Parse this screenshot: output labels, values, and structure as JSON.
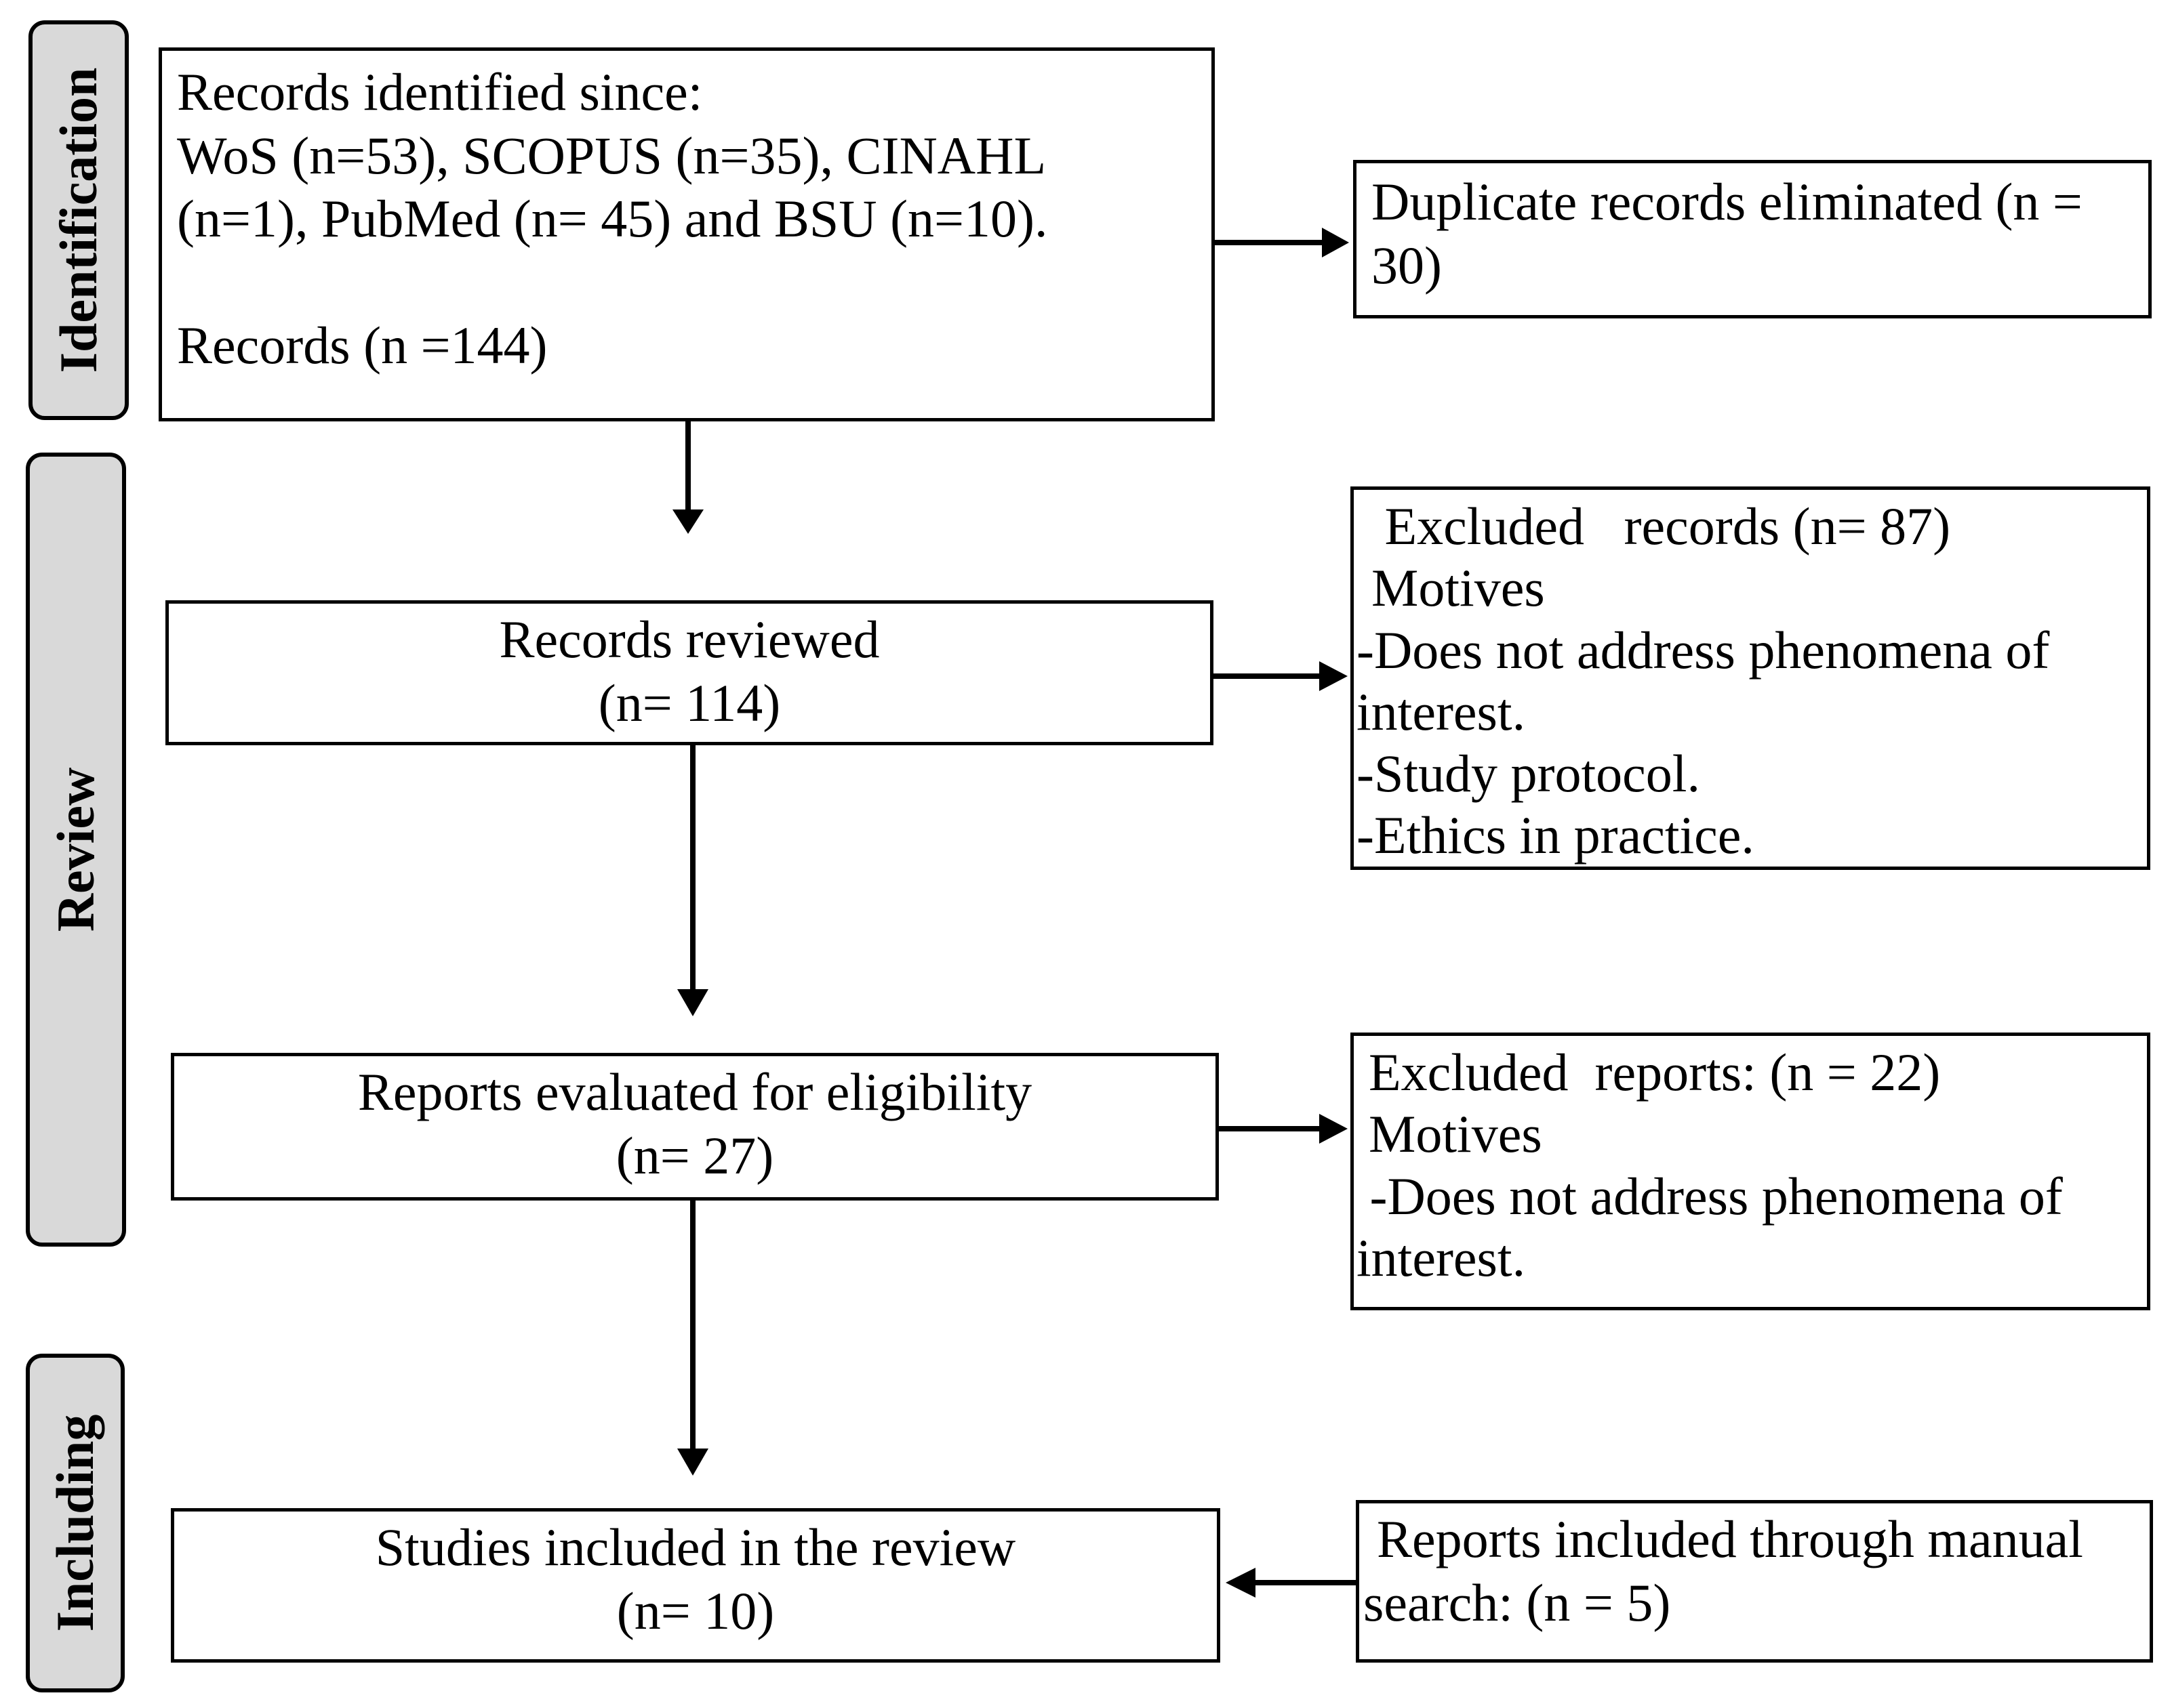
{
  "phases": {
    "identification": "Identification",
    "review": "Review",
    "including": "Including"
  },
  "boxes": {
    "records_identified": {
      "lines": [
        "Records identified since:",
        "WoS (n=53), SCOPUS (n=35), CINAHL",
        "(n=1), PubMed (n= 45) and BSU (n=10).",
        "",
        "Records (n =144)"
      ]
    },
    "duplicates": {
      "lines": [
        "Duplicate records eliminated (n =",
        "30)"
      ]
    },
    "records_reviewed": {
      "lines": [
        "Records reviewed",
        "(n= 114)"
      ]
    },
    "excluded_records": {
      "lines": [
        " Excluded   records (n= 87)",
        "Motives",
        "-Does not address phenomena of",
        "interest.",
        "-Study protocol.",
        "-Ethics in practice."
      ]
    },
    "reports_evaluated": {
      "lines": [
        "Reports evaluated for eligibility",
        "(n= 27)"
      ]
    },
    "excluded_reports": {
      "lines": [
        "Excluded  reports: (n = 22)",
        "Motives",
        " -Does not address phenomena of",
        "interest."
      ]
    },
    "studies_included": {
      "lines": [
        "Studies included in the review",
        "(n= 10)"
      ]
    },
    "manual_search": {
      "lines": [
        "Reports included through manual",
        "search: (n = 5)"
      ]
    }
  }
}
